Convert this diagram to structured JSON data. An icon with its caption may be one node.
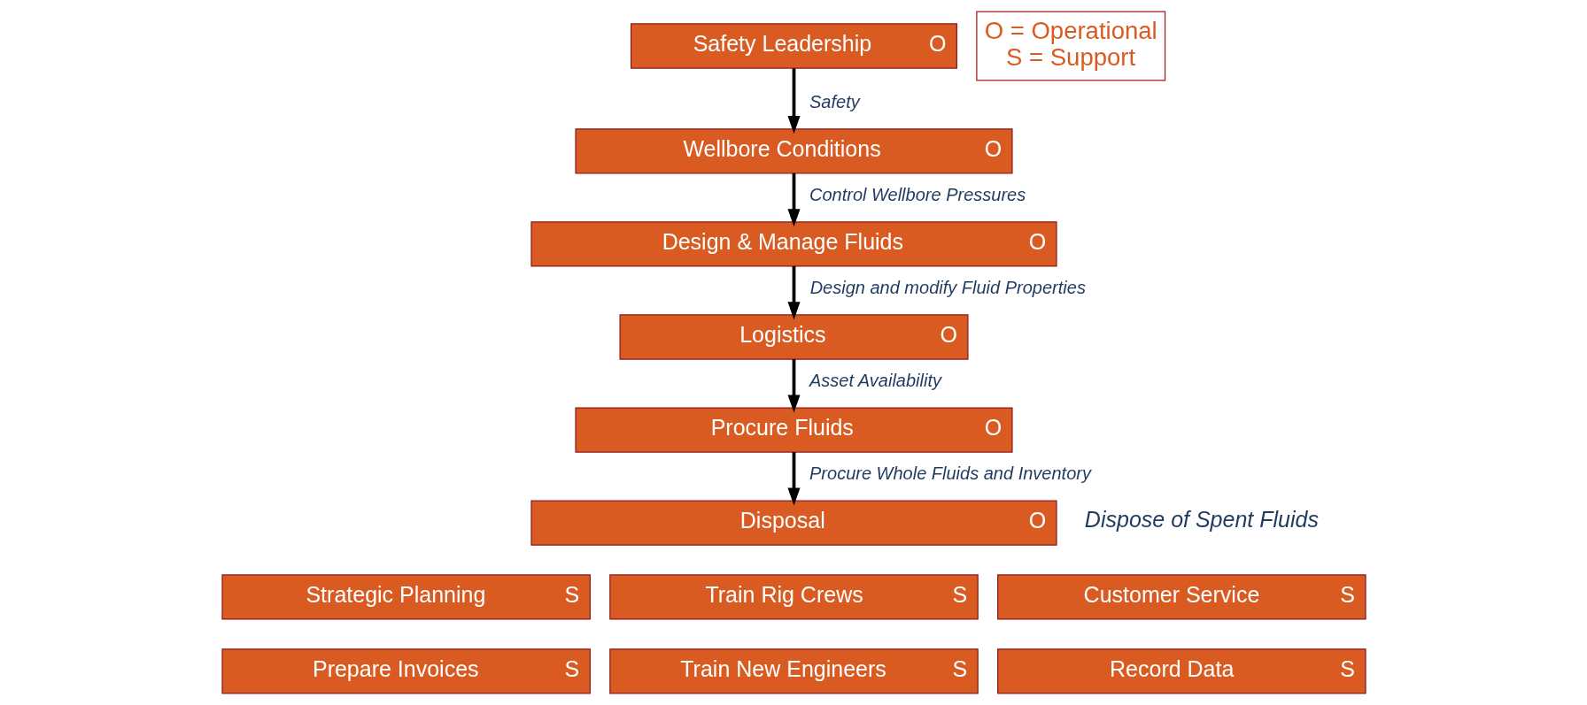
{
  "diagram": {
    "nodes": [
      {
        "text": [
          "Safety Leadership",
          "O"
        ]
      },
      {
        "text": [
          "Wellbore Conditions",
          "O"
        ]
      },
      {
        "text": [
          "Design & Manage Fluids",
          "O"
        ]
      },
      {
        "text": [
          "Logistics",
          "O"
        ]
      },
      {
        "text": [
          "Procure Fluids",
          "O"
        ]
      },
      {
        "text": [
          "Disposal",
          "O"
        ]
      },
      {
        "text": [
          "Strategic Planning",
          "S"
        ]
      },
      {
        "text": [
          "Train Rig Crews",
          "S"
        ]
      },
      {
        "text": [
          "Customer Service",
          "S"
        ]
      },
      {
        "text": [
          "Prepare Invoices",
          "S"
        ]
      },
      {
        "text": [
          "Train New Engineers",
          "S"
        ]
      },
      {
        "text": [
          "Record Data",
          "S"
        ]
      },
      {
        "text": [
          "O = Operational",
          "S = Support"
        ]
      }
    ],
    "edges": [
      {
        "from": 0,
        "to": 1,
        "arrow": "to",
        "label": "Safety"
      },
      {
        "from": 1,
        "to": 2,
        "arrow": "to",
        "label": "Control Wellbore Pressures"
      },
      {
        "from": 2,
        "to": 3,
        "arrow": "to",
        "label": "Design and modify Fluid Properties"
      },
      {
        "from": 3,
        "to": 4,
        "arrow": "to",
        "label": "Asset Availability"
      },
      {
        "from": 4,
        "to": 5,
        "arrow": "to",
        "label": "Procure Whole Fluids and Inventory"
      }
    ],
    "labels": [
      "Dispose of Spent Fluids"
    ]
  }
}
